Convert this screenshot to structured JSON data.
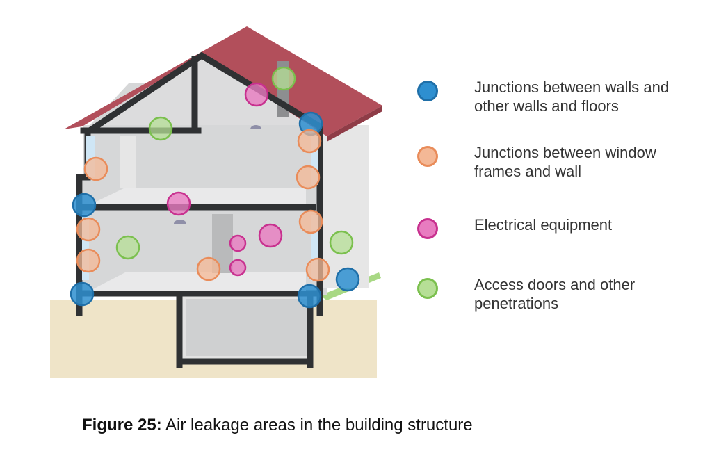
{
  "legend": [
    {
      "key": "walls",
      "text": "Junctions between walls and other walls and floors",
      "fill": "#2e8fd0",
      "stroke": "#1f6fa8"
    },
    {
      "key": "windows",
      "text": "Junctions between window frames and wall",
      "fill": "#f4b896",
      "stroke": "#e98c5a"
    },
    {
      "key": "electrical",
      "text": "Electrical equipment",
      "fill": "#e87cc0",
      "stroke": "#c8318f"
    },
    {
      "key": "access",
      "text": "Access doors and other penetrations",
      "fill": "#b6df96",
      "stroke": "#7bc04e"
    }
  ],
  "caption": {
    "label": "Figure 25:",
    "text": " Air leakage areas in the building structure"
  },
  "colors": {
    "roof": "#b54f5c",
    "wall": "#2f3133",
    "interior": "#d9dadb",
    "ground": "#eee2c6",
    "grass": "#9fd27a"
  }
}
